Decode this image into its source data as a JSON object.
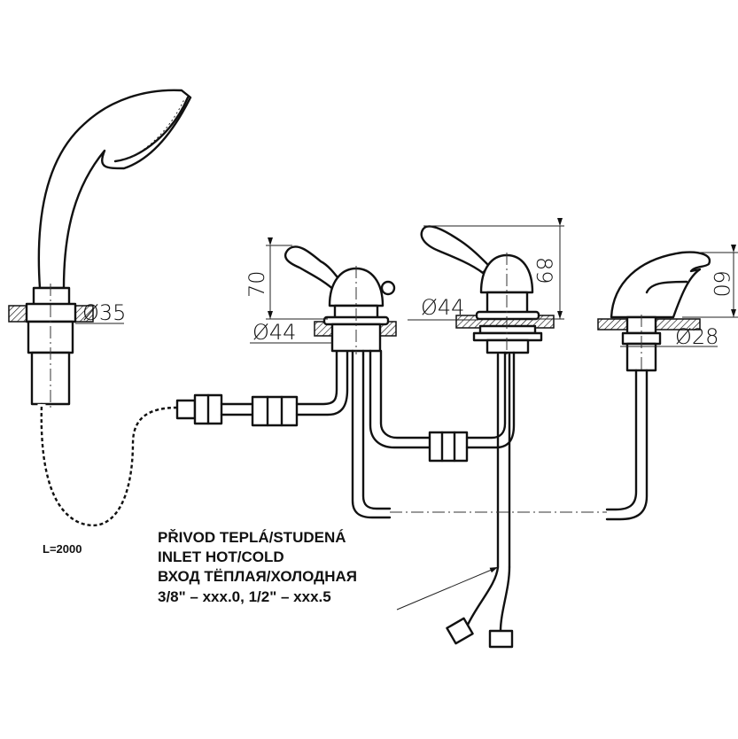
{
  "dimensions": {
    "hand_shower_diameter": "Ø35",
    "valve1_height": "70",
    "valve1_diameter": "Ø44",
    "valve2_height": "89",
    "valve2_diameter": "Ø44",
    "spout_height": "60",
    "spout_diameter": "Ø28",
    "hose_length": "L=2000"
  },
  "note": {
    "line1": "PŘIVOD TEPLÁ/STUDENÁ",
    "line2": "INLET HOT/COLD",
    "line3": "ВХОД ТЁПЛАЯ/ХОЛОДНАЯ",
    "line4": "3/8\" – xxx.0, 1/2\" – xxx.5"
  }
}
